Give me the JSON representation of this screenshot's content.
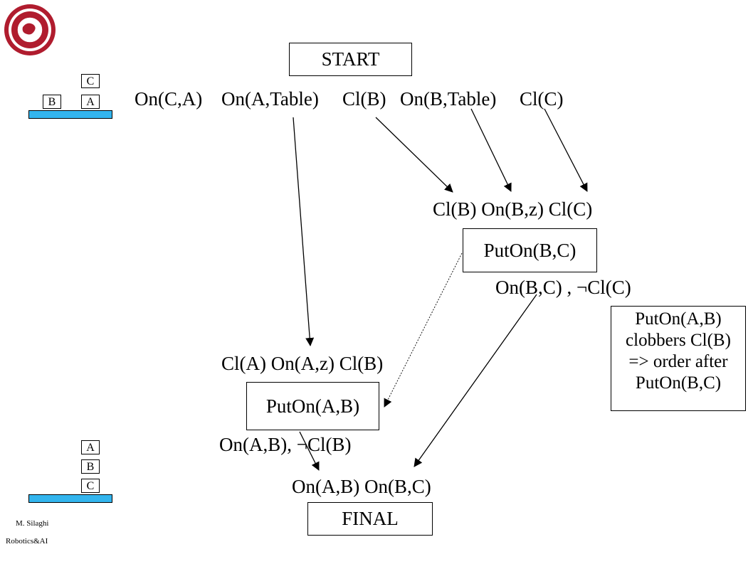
{
  "steps": {
    "start": "START",
    "final": "FINAL",
    "putOnBC": "PutOn(B,C)",
    "putOnAB": "PutOn(A,B)"
  },
  "conditions": {
    "initial": [
      "On(C,A)",
      "On(A,Table)",
      "Cl(B)",
      "On(B,Table)",
      "Cl(C)"
    ],
    "preBC": "Cl(B) On(B,z) Cl(C)",
    "effectBC": "On(B,C) , ¬Cl(C)",
    "preAB": "Cl(A) On(A,z) Cl(B)",
    "effectAB": "On(A,B), ¬Cl(B)",
    "goal": "On(A,B) On(B,C)"
  },
  "note": {
    "lines": [
      "PutOn(A,B)",
      "clobbers Cl(B)",
      "=> order after",
      "PutOn(B,C)"
    ]
  },
  "initialBlocks": {
    "stackTop": "C",
    "stackBottom": "A",
    "single": "B"
  },
  "finalBlocks": {
    "top": "A",
    "middle": "B",
    "bottom": "C"
  },
  "footer": {
    "author": "M. Silaghi",
    "course": "Robotics&AI"
  },
  "colors": {
    "table": "#33b5ee",
    "logo": "#b01c2e"
  }
}
